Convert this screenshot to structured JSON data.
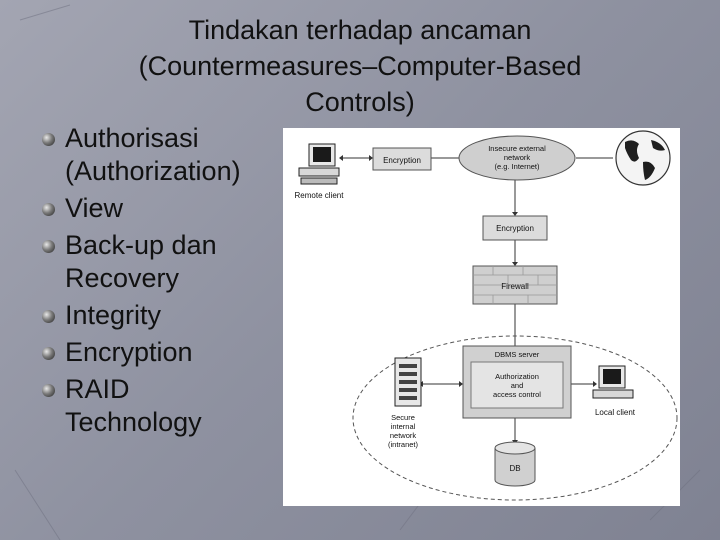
{
  "title": {
    "line1": "Tindakan terhadap ancaman",
    "line2": "(Countermeasures–Computer-Based",
    "line3": "Controls)"
  },
  "bullets": [
    {
      "line1": "Authorisasi",
      "line2": "(Authorization)"
    },
    {
      "line1": "View",
      "line2": ""
    },
    {
      "line1": "Back-up dan",
      "line2": "Recovery"
    },
    {
      "line1": "Integrity",
      "line2": ""
    },
    {
      "line1": "Encryption",
      "line2": ""
    },
    {
      "line1": "RAID",
      "line2": "Technology"
    }
  ],
  "diagram": {
    "remote_client": "Remote client",
    "encryption_top": "Encryption",
    "external_network": [
      "Insecure external",
      "network",
      "(e.g. Internet)"
    ],
    "encryption_mid": "Encryption",
    "firewall": "Firewall",
    "dbms_server": "DBMS server",
    "auth_box": [
      "Authorization",
      "and",
      "access control"
    ],
    "secure_network": [
      "Secure",
      "internal",
      "network",
      "(intranet)"
    ],
    "local_client": "Local client",
    "db": "DB"
  },
  "colors": {
    "background": "#8e91a0",
    "text": "#111111",
    "diagram_box": "#d8d8d8"
  }
}
